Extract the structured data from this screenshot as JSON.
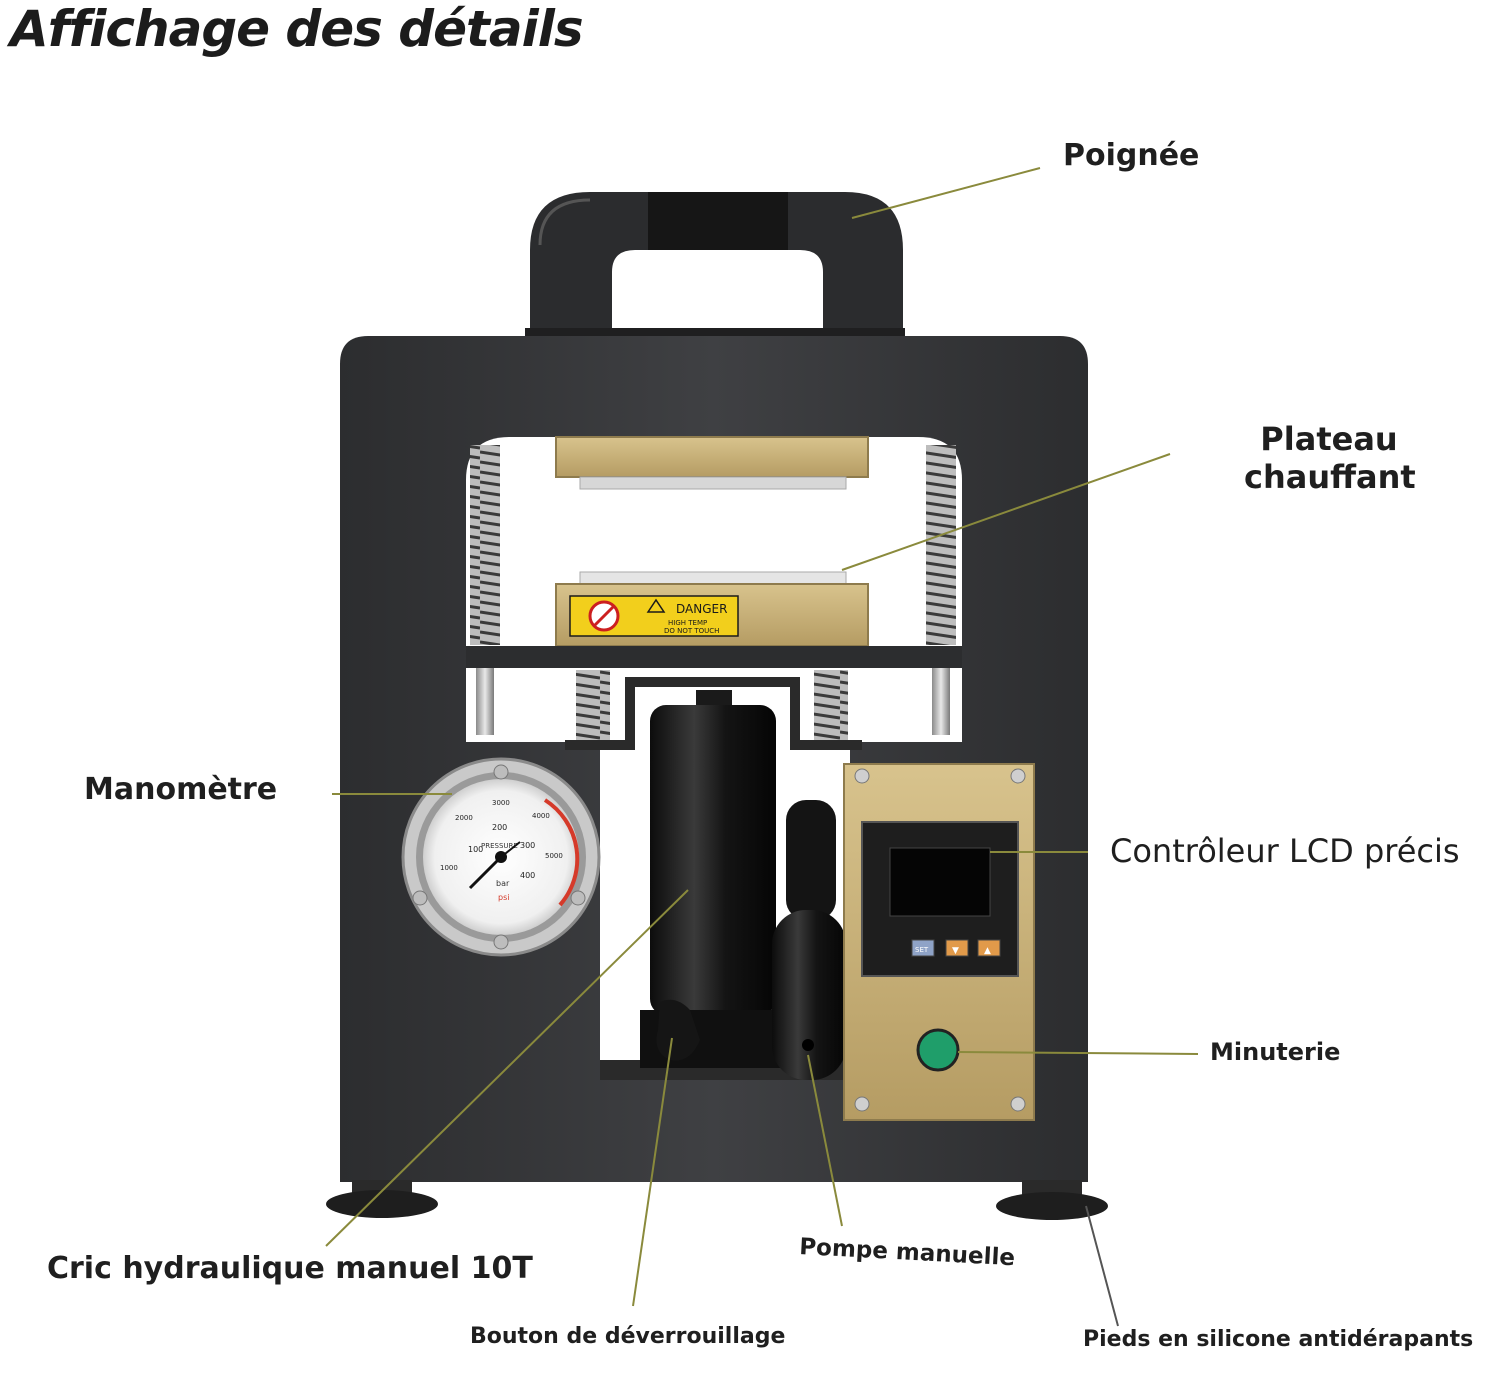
{
  "title": "Affichage des détails",
  "labels": {
    "poignee": "Poignée",
    "plateau_line1": "Plateau",
    "plateau_line2": "chauffant",
    "manometre": "Manomètre",
    "controleur": "Contrôleur LCD précis",
    "minuterie": "Minuterie",
    "cric": "Cric hydraulique manuel 10T",
    "pompe": "Pompe manuelle",
    "bouton": "Bouton de déverrouillage",
    "pieds": "Pieds en silicone antidérapants"
  },
  "device_text": {
    "warning_word": "DANGER",
    "warning_line1": "HIGH TEMP",
    "warning_line2": "DO NOT TOUCH",
    "gauge_center": "PRESSURE",
    "gauge_unit_bar": "bar",
    "gauge_unit_psi": "psi",
    "gauge_inner_ticks": [
      "100",
      "200",
      "300",
      "400"
    ],
    "gauge_outer_ticks": [
      "1000",
      "2000",
      "3000",
      "4000",
      "5000"
    ],
    "lcd_buttons": [
      "SET",
      "▼",
      "▲"
    ]
  },
  "colors": {
    "frame": "#3a3b3d",
    "frame_dark": "#2a2b2d",
    "gold": "#c9b27a",
    "gold_dark": "#a8925c",
    "leader": "#8a8a3c",
    "warning_yellow": "#f2cf1c",
    "timer_green": "#1f9e6a"
  }
}
